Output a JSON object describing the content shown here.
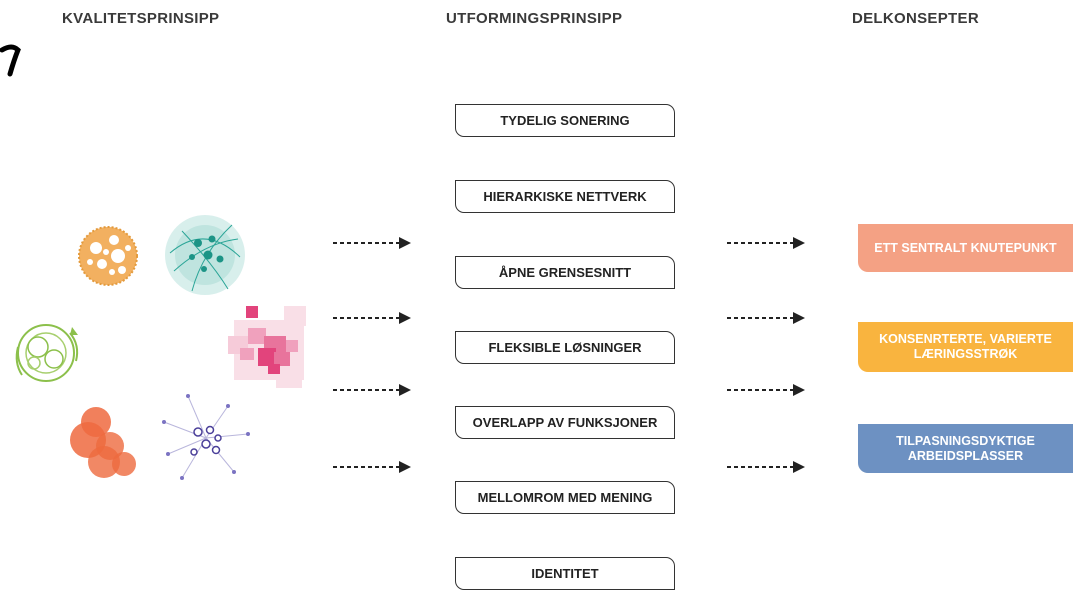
{
  "headers": {
    "quality": "KVALITETSPRINSIPP",
    "design": "UTFORMINGSPRINSIPP",
    "concepts": "DELKONSEPTER"
  },
  "design_principles": [
    "TYDELIG SONERING",
    "HIERARKISKE NETTVERK",
    "ÅPNE GRENSESNITT",
    "FLEKSIBLE LØSNINGER",
    "OVERLAPP AV FUNKSJONER",
    "MELLOMROM MED MENING",
    "IDENTITET"
  ],
  "concepts": [
    {
      "lines": [
        "ETT SENTRALT KNUTEPUNKT"
      ],
      "color": "#f4a184"
    },
    {
      "lines": [
        "KONSENRTERTE, VARIERTE",
        "LÆRINGSSTRØK"
      ],
      "color": "#f9b43f"
    },
    {
      "lines": [
        "TILPASNINGSDYKTIGE",
        "ARBEIDSPLASSER"
      ],
      "color": "#6d91c2"
    }
  ],
  "quality_icons": [
    "orange-foam-circle-icon",
    "teal-network-globe-icon",
    "green-circular-arrows-icon",
    "pink-pixel-cluster-icon",
    "red-overlapping-circles-icon",
    "purple-node-network-icon"
  ]
}
